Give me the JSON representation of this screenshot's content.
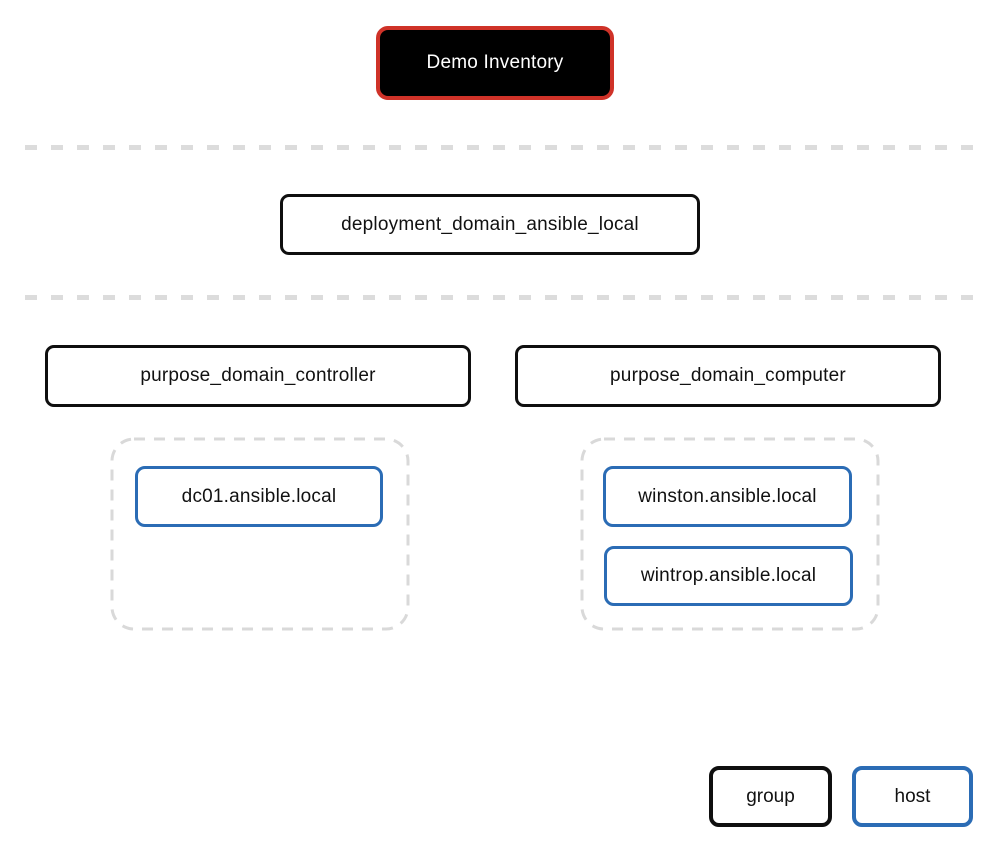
{
  "inventory": {
    "label": "Demo Inventory"
  },
  "groups": {
    "deployment": {
      "label": "deployment_domain_ansible_local"
    },
    "controller": {
      "label": "purpose_domain_controller"
    },
    "computer": {
      "label": "purpose_domain_computer"
    }
  },
  "hosts": {
    "dc01": {
      "label": "dc01.ansible.local"
    },
    "winston": {
      "label": "winston.ansible.local"
    },
    "wintrop": {
      "label": "wintrop.ansible.local"
    }
  },
  "legend": {
    "group_label": "group",
    "host_label": "host"
  },
  "colors": {
    "selected_node_border": "#cf3228",
    "selected_node_bg": "#000000",
    "group_border": "#0f0f0f",
    "host_border": "#2b6cb5",
    "separator_dash": "#dcdcdc",
    "container_dash": "#d9d9d9",
    "text": "#111111"
  }
}
